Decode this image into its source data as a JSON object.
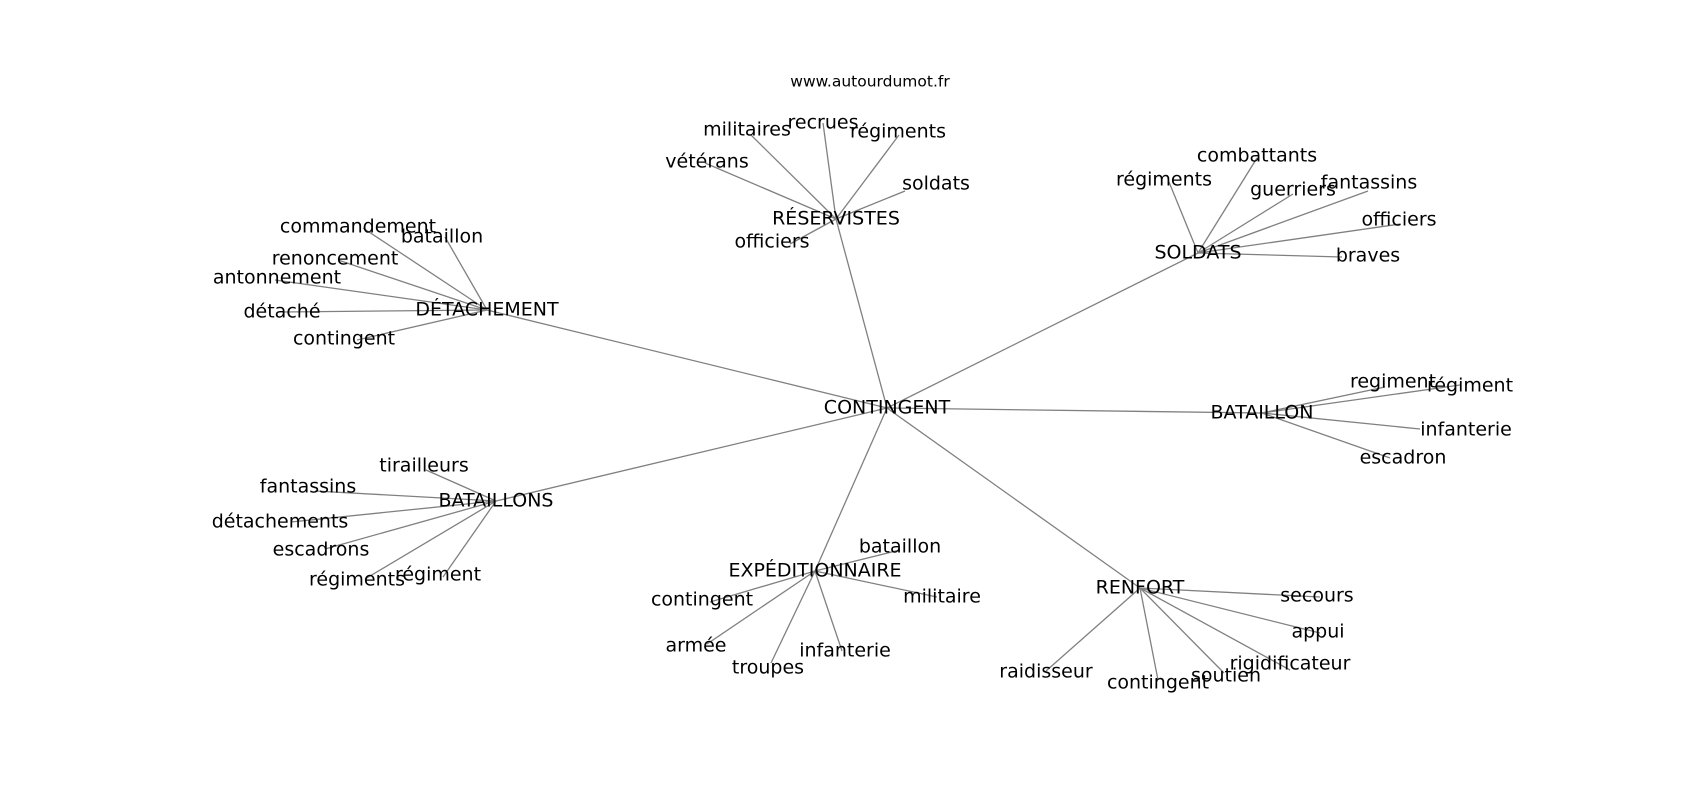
{
  "source": "www.autourdumot.fr",
  "center": "CONTINGENT",
  "colors": {
    "edge": "#808080",
    "text": "#000000",
    "background": "#ffffff"
  },
  "clusters": [
    {
      "id": "detachement",
      "label": "DÉTACHEMENT",
      "words": [
        "commandement",
        "bataillon",
        "renoncement",
        "antonnement",
        "détaché",
        "contingent"
      ]
    },
    {
      "id": "reservistes",
      "label": "RÉSERVISTES",
      "words": [
        "militaires",
        "recrues",
        "régiments",
        "vétérans",
        "soldats",
        "officiers"
      ]
    },
    {
      "id": "soldats",
      "label": "SOLDATS",
      "words": [
        "combattants",
        "régiments",
        "guerriers",
        "fantassins",
        "officiers",
        "braves"
      ]
    },
    {
      "id": "bataillon",
      "label": "BATAILLON",
      "words": [
        "regiment",
        "régiment",
        "infanterie",
        "escadron"
      ]
    },
    {
      "id": "bataillons",
      "label": "BATAILLONS",
      "words": [
        "tirailleurs",
        "fantassins",
        "détachements",
        "escadrons",
        "régiments",
        "régiment"
      ]
    },
    {
      "id": "expeditionnaire",
      "label": "EXPÉDITIONNAIRE",
      "words": [
        "bataillon",
        "contingent",
        "militaire",
        "armée",
        "troupes",
        "infanterie"
      ]
    },
    {
      "id": "renfort",
      "label": "RENFORT",
      "words": [
        "secours",
        "appui",
        "rigidificateur",
        "soutien",
        "contingent",
        "raidisseur"
      ]
    }
  ]
}
